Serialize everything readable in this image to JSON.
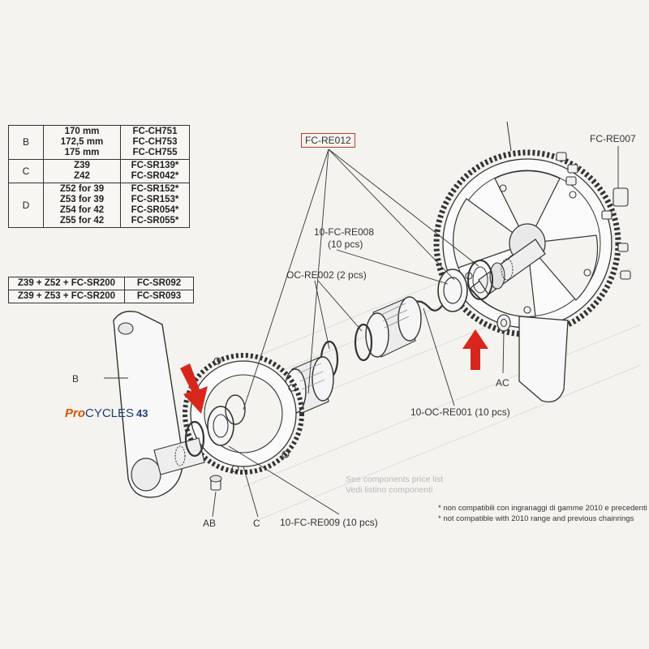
{
  "parts_table": {
    "rows": [
      {
        "letter": "B",
        "sizes": [
          "170 mm",
          "172,5 mm",
          "175 mm"
        ],
        "codes": [
          "FC-CH751",
          "FC-CH753",
          "FC-CH755"
        ]
      },
      {
        "letter": "C",
        "sizes": [
          "Z39",
          "Z42"
        ],
        "codes": [
          "FC-SR139*",
          "FC-SR042*"
        ]
      },
      {
        "letter": "D",
        "sizes": [
          "Z52 for 39",
          "Z53 for 39",
          "Z54 for 42",
          "Z55 for 42"
        ],
        "codes": [
          "FC-SR152*",
          "FC-SR153*",
          "FC-SR054*",
          "FC-SR055*"
        ]
      }
    ]
  },
  "combo_table": {
    "rows": [
      {
        "combo": "Z39 + Z52 + FC-SR200",
        "code": "FC-SR092"
      },
      {
        "combo": "Z39 + Z53 + FC-SR200",
        "code": "FC-SR093"
      }
    ]
  },
  "labels": {
    "fc_re012": "FC-RE012",
    "fc_re007": "FC-RE007",
    "fc_re008": "10-FC-RE008",
    "fc_re008_qty": "(10 pcs)",
    "oc_re002": "OC-RE002 (2 pcs)",
    "b": "B",
    "ac": "AC",
    "oc_re001": "10-OC-RE001 (10 pcs)",
    "ab": "AB",
    "c": "C",
    "fc_re009": "10-FC-RE009 (10 pcs)",
    "see_price_en": "See components price list",
    "see_price_it": "Vedi listino componenti",
    "note_it": "* non compatibili con ingranaggi di gamme 2010 e precedenti",
    "note_en": "* not compatible with 2010 range and previous chainrings"
  },
  "logo": {
    "pro": "Pro",
    "cycles": "CYCLES",
    "number": "43"
  },
  "colors": {
    "accent_red": "#d9261c",
    "line": "#333333",
    "logo_orange": "#d35400",
    "logo_blue": "#1f3f77"
  }
}
